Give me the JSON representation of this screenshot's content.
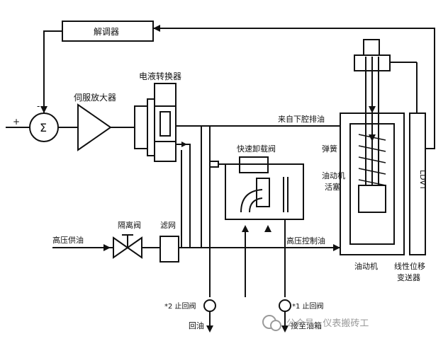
{
  "labels": {
    "demodulator": "解调器",
    "servo_amp": "伺服放大器",
    "ev_converter": "电液转换器",
    "upper_chamber": "来自下腔排油",
    "quick_unload": "快速卸载阀",
    "spring": "弹簧",
    "actuator_piston_1": "油动机",
    "actuator_piston_2": "活塞",
    "lvdt": "LDVT",
    "isolation_valve": "隔离阀",
    "filter": "滤网",
    "hp_supply": "高压供油",
    "hp_control": "高压控制油",
    "actuator": "油动机",
    "lvdt_name_1": "线性位移",
    "lvdt_name_2": "变送器",
    "check2": "*2 止回阀",
    "check1": "*1 止回阀",
    "return_oil": "回油",
    "to_tank": "接至油箱",
    "plus": "+",
    "minus": "-",
    "sigma": "Σ"
  },
  "watermark": "公众号 · 仪表搬砖工",
  "colors": {
    "ink": "#111111",
    "watermark": "#9a9a9a"
  }
}
